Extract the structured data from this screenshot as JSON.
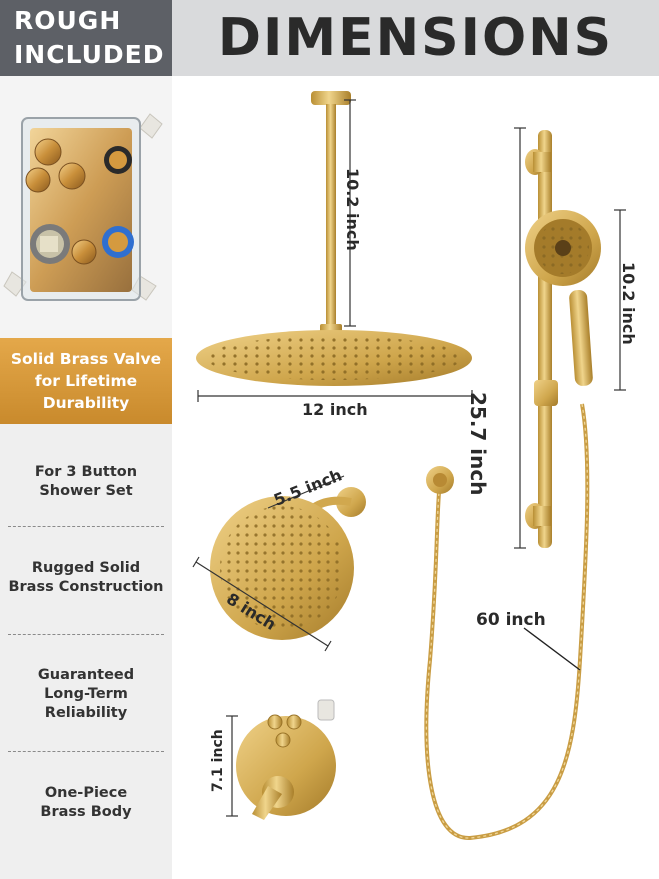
{
  "header": {
    "rough_line1": "ROUGH",
    "rough_line2": "INCLUDED",
    "title": "DIMENSIONS"
  },
  "sidebar": {
    "banner": [
      "Solid Brass Valve",
      "for Lifetime",
      "Durability"
    ],
    "features": [
      [
        "For 3 Button",
        "Shower Set"
      ],
      [
        "Rugged Solid",
        "Brass Construction"
      ],
      [
        "Guaranteed",
        "Long-Term",
        "Reliability"
      ],
      [
        "One-Piece",
        "Brass Body"
      ]
    ]
  },
  "dimensions": {
    "ceiling_arm": "10.2 inch",
    "rain_head_width": "12 inch",
    "slide_bar": "25.7 inch",
    "hand_shower": "10.2 inch",
    "wall_arm": "5.5 inch",
    "round_head": "8 inch",
    "hose": "60 inch",
    "valve_trim": "7.1 inch"
  },
  "colors": {
    "gold": "#c9a64a",
    "banner": "#d79838",
    "header_dark": "#5d6066",
    "header_light": "#d9dadc"
  }
}
